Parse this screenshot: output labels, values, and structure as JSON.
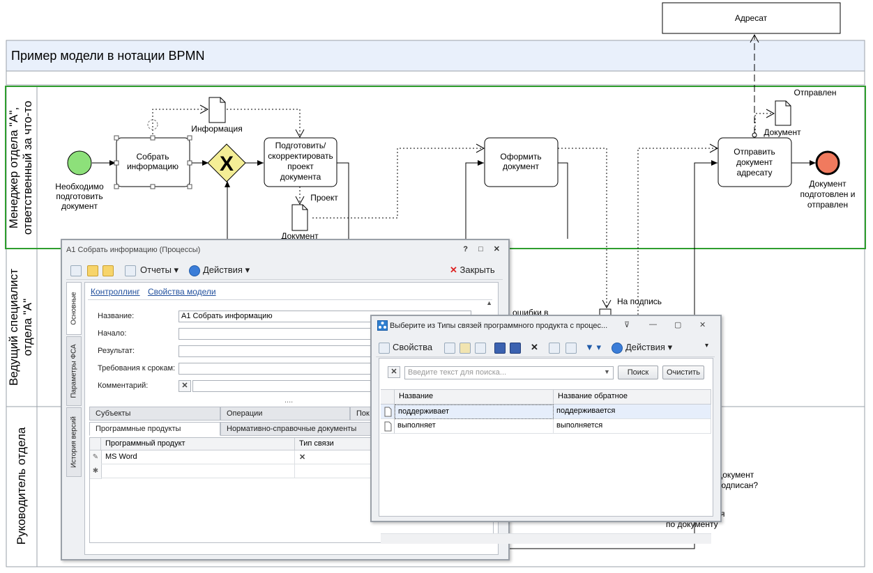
{
  "diagram": {
    "title": "Пример модели в нотации BPMN",
    "lanes": [
      {
        "label_line1": "Менеджер отдела \"А\",",
        "label_line2": "ответственный за что-то"
      },
      {
        "label_line1": "Ведущий специалист",
        "label_line2": "отдела \"А\""
      },
      {
        "label_line1": "Руководитель отдела",
        "label_line2": ""
      }
    ],
    "addressee": "Адресат",
    "start_event": {
      "line1": "Необходимо",
      "line2": "подготовить",
      "line3": "документ"
    },
    "task_collect": {
      "line1": "Собрать",
      "line2": "информацию"
    },
    "data_info": "Информация",
    "task_prepare": {
      "line1": "Подготовить/",
      "line2": "скорректировать",
      "line3": "проект",
      "line4": "документа"
    },
    "data_project": "Проект",
    "data_document_bottom": "Документ",
    "task_format": {
      "line1": "Оформить",
      "line2": "документ"
    },
    "task_send": {
      "line1": "Отправить",
      "line2": "документ",
      "line3": "адресату"
    },
    "data_document_top": "Документ",
    "label_sent": "Отправлен",
    "end_event": {
      "line1": "Документ",
      "line2": "подготовлен и",
      "line3": "отправлен"
    },
    "label_for_signature": "На подпись",
    "label_errors_partial": "ошибки в",
    "label_signed_q1": "Документ",
    "label_signed_q2": "подписан?",
    "label_notes_partial": "я",
    "label_by_document": "по документу",
    "colors": {
      "start": "#8de07a",
      "end": "#f07a5e",
      "gateway": "#f4ee96",
      "lane_selected": "#2e9e2e",
      "pool_header": "#e9f0fb"
    }
  },
  "window1": {
    "title": "А1 Собрать информацию (Процессы)",
    "title_buttons": "? □ ✕",
    "toolbar": {
      "reports": "Отчеты",
      "actions": "Действия",
      "close": "Закрыть"
    },
    "vertical_tabs": [
      "Основные",
      "Параметры ФСА",
      "История версий"
    ],
    "links": [
      "Контроллинг",
      "Свойства модели"
    ],
    "fields": [
      {
        "label": "Название:",
        "value": "А1 Собрать информацию"
      },
      {
        "label": "Начало:",
        "value": ""
      },
      {
        "label": "Результат:",
        "value": ""
      },
      {
        "label": "Требования к срокам:",
        "value": ""
      },
      {
        "label": "Комментарий:",
        "value": ""
      }
    ],
    "splitter_dots": "....",
    "tabs_row1": [
      "Субъекты",
      "Операции",
      "Пок"
    ],
    "tabs_row2": [
      "Программные продукты",
      "Нормативно-справочные документы"
    ],
    "grid": {
      "columns": [
        "Программный продукт",
        "Тип связи"
      ],
      "rows": [
        {
          "product": "MS Word",
          "link_type": ""
        }
      ],
      "new_row_marker": "✱"
    }
  },
  "window2": {
    "title": "Выберите из Типы связей программного продукта с процес...",
    "toolbar": {
      "properties": "Свойства",
      "actions": "Действия"
    },
    "search": {
      "placeholder": "Введите текст для поиска...",
      "find": "Поиск",
      "clear": "Очистить"
    },
    "grid": {
      "columns": [
        "Название",
        "Название обратное"
      ],
      "rows": [
        {
          "name": "поддерживает",
          "reverse": "поддерживается"
        },
        {
          "name": "выполняет",
          "reverse": "выполняется"
        }
      ]
    }
  }
}
